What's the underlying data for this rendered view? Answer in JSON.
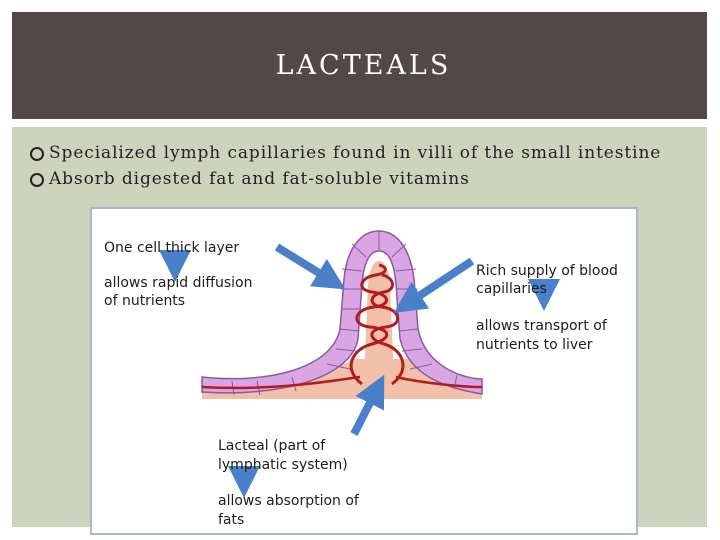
{
  "slide": {
    "title": "LACTEALS",
    "bullets": [
      "Specialized lymph capillaries found in villi of the small intestine",
      "Absorb digested fat and fat-soluble vitamins"
    ]
  },
  "figure": {
    "labels": {
      "one_cell": "One cell thick layer",
      "rapid_1": "allows rapid diffusion",
      "rapid_2": "of nutrients",
      "rich_1": "Rich supply of blood",
      "rich_2": "capillaries",
      "transport_1": "allows transport of",
      "transport_2": "nutrients to liver",
      "lacteal_1": "Lacteal (part of",
      "lacteal_2": "lymphatic system)",
      "absorb_1": "allows absorption of",
      "absorb_2": "fats"
    }
  },
  "colors": {
    "title_bar": "#514848",
    "panel": "#cdd3bd",
    "villus_wall": "#d9a6e3",
    "lacteal": "#f2c0a8",
    "capillary": "#b01c22",
    "arrow": "#4a7fc9"
  }
}
